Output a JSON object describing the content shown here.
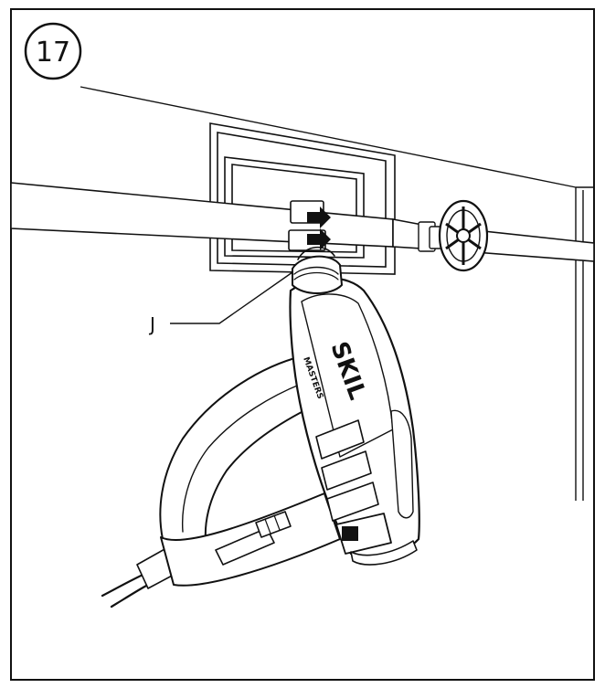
{
  "figure": {
    "step_number": "17",
    "callout_label": "J",
    "brand_name": "SKIL",
    "brand_subname": "MASTERS"
  }
}
